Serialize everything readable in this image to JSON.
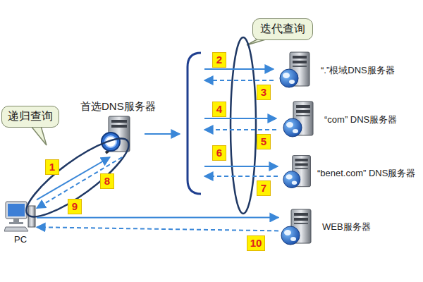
{
  "diagram": {
    "nodes": [
      {
        "text": [
          "迭代查询"
        ]
      },
      {
        "text": [
          "递归查询"
        ]
      },
      {
        "text": [
          "PC"
        ]
      },
      {
        "text": [
          "首选DNS服务器"
        ]
      },
      {
        "text": [
          "“.”根域DNS服务器"
        ]
      },
      {
        "text": [
          "“com” DNS服务器"
        ]
      },
      {
        "text": [
          "“benet.com” DNS服务器"
        ]
      },
      {
        "text": [
          "WEB服务器"
        ]
      }
    ],
    "edges": [
      {
        "from": 2,
        "to": 3,
        "arrow": "to"
      },
      {
        "from": 3,
        "to": 2,
        "arrow": "to"
      },
      {
        "from": 2,
        "to": 7,
        "arrow": "to"
      },
      {
        "from": 7,
        "to": 2,
        "arrow": "to"
      }
    ],
    "labels": [
      "1",
      "2",
      "3",
      "4",
      "5",
      "6",
      "7",
      "8",
      "9",
      "10"
    ]
  }
}
